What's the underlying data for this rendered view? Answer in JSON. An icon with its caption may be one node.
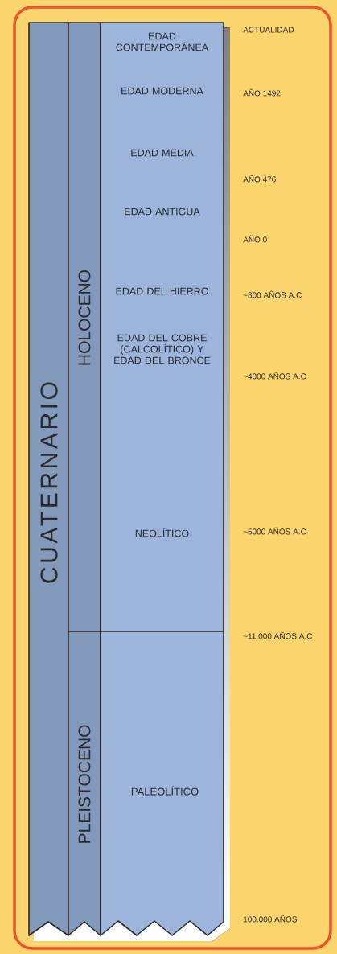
{
  "diagram": {
    "nodes": [
      {
        "text": [
          "CUATERNARIO"
        ]
      },
      {
        "text": [
          "HOLOCENO"
        ]
      },
      {
        "text": [
          "PLEISTOCENO"
        ]
      },
      {
        "text": [
          "EDAD CONTEMPORÁNEA",
          "EDAD MODERNA",
          "EDAD MEDIA",
          "EDAD ANTIGUA",
          "EDAD DEL HIERRO",
          "EDAD DEL COBRE (CALCOLÍTICO) Y EDAD DEL BRONCE",
          "NEOLÍTICO"
        ]
      },
      {
        "text": [
          "PALEOLÍTICO"
        ]
      }
    ],
    "labels": [
      "ACTUALIDAD",
      "AÑO 1492",
      "AÑO 476",
      "AÑO 0",
      "~800 AÑOS A.C",
      "~4000 AÑOS A.C",
      "~5000 AÑOS A.C",
      "~11.000 AÑOS A.C",
      "100.000 AÑOS"
    ]
  }
}
